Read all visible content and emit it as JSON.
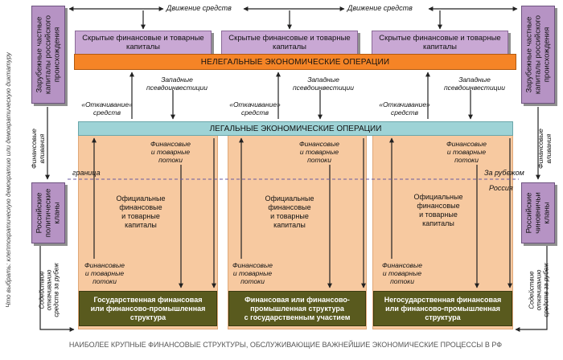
{
  "top": {
    "flow_left": "Движение средств",
    "flow_right": "Движение средств"
  },
  "left_box": "Зарубежные частные\nкапиталы российского\nпроисхождения",
  "right_box": "Зарубежные частные\nкапиталы российского\nпроисхождения",
  "hidden_capitals": [
    "Скрытые финансовые и товарные капиталы",
    "Скрытые финансовые и товарные капиталы",
    "Скрытые финансовые и товарные капиталы"
  ],
  "illegal_ops": "НЕЛЕГАЛЬНЫЕ ЭКОНОМИЧЕСКИЕ ОПЕРАЦИИ",
  "legal_ops": "ЛЕГАЛЬНЫЕ ЭКОНОМИЧЕСКИЕ ОПЕРАЦИИ",
  "western_investments": "Западные\nпсевдоинвестиции",
  "pumping": "«Откачивание»\nсредств",
  "fin_flows": "Финансовые\nи товарные\nпотоки",
  "official_capitals": "Официальные\nфинансовые\nи товарные\nкапиталы",
  "left_injection": "Финансовые\nвливания",
  "right_injection": "Финансовые\nвливания",
  "border_label": "граница",
  "abroad_label": "За рубежом",
  "russia_label": "Россия",
  "left_clans": "Российские\nполитические\nкланы",
  "right_clans": "Российские\nчиновничьи\nкланы",
  "assist_left": "Содействие\nоткачиванию\nсредств за рубеж",
  "assist_right": "Содействие\nоткачиванию\nсредств за рубеж",
  "structures": [
    "Государственная финансовая\nили финансово-промышленная\nструктура",
    "Финансовая или финансово-\nпромышленная структура\nс государственным участием",
    "Негосударственная финансовая\nили финансово-промышленная\nструктура"
  ],
  "side_text": "Что выбрать: клептократическую демократию или демократическую диктатуру",
  "caption": "НАИБОЛЕЕ КРУПНЫЕ ФИНАНСОВЫЕ СТРУКТУРЫ, ОБСЛУЖИВАЮЩИЕ ВАЖНЕЙШИЕ ЭКОНОМИЧЕСКИЕ ПРОЦЕССЫ В РФ",
  "colors": {
    "purple": "#c9a8d4",
    "orange": "#f58426",
    "teal": "#9ed3d6",
    "peach": "#f7c9a0",
    "olive": "#595a1e"
  }
}
